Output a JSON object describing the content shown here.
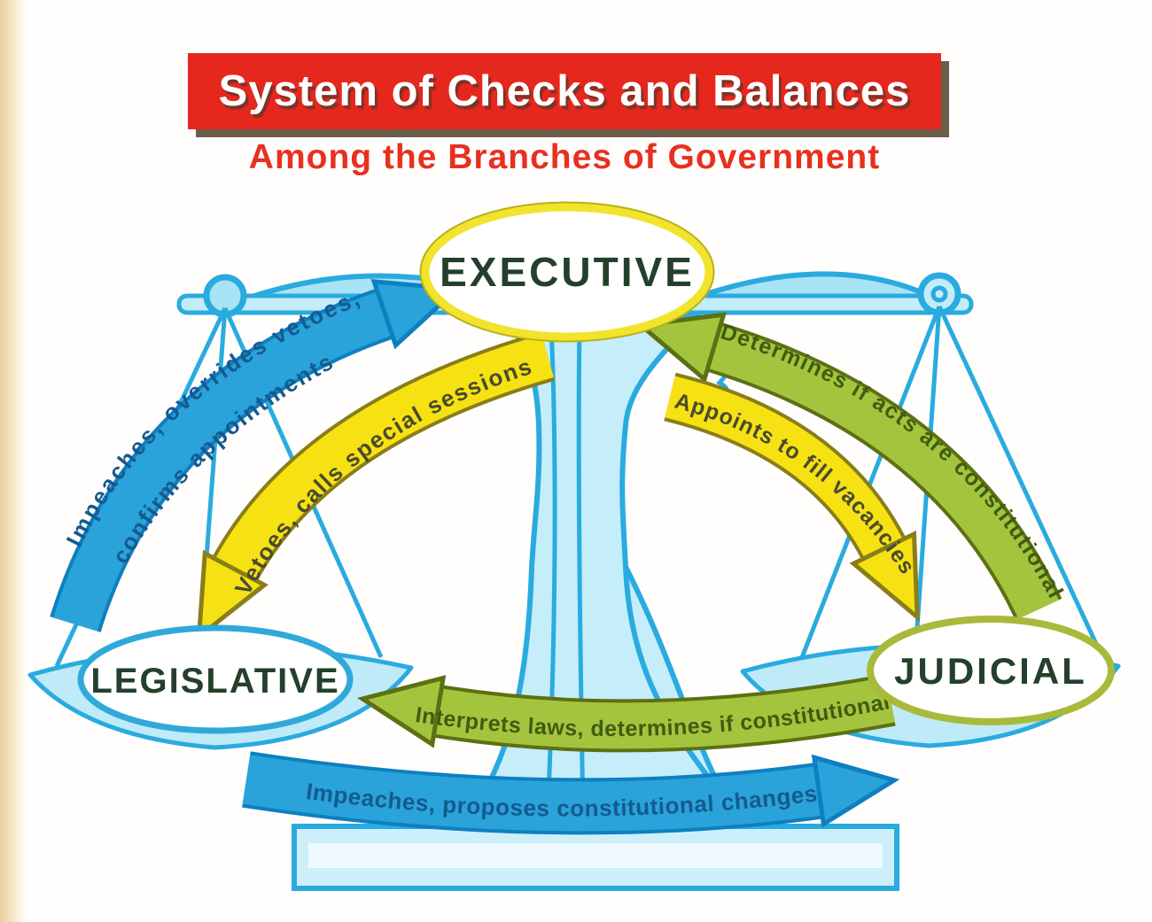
{
  "page": {
    "title": "System of Checks and Balances",
    "subtitle": "Among the Branches of Government"
  },
  "branches": {
    "executive": "EXECUTIVE",
    "legislative": "LEGISLATIVE",
    "judicial": "JUDICIAL"
  },
  "checks": [
    {
      "from": "Legislative",
      "to": "Executive",
      "arrow_color": "#29a3d9",
      "label_line1": "Impeaches, overrides vetoes,",
      "label_line2": "confirms appointments"
    },
    {
      "from": "Executive",
      "to": "Legislative",
      "arrow_color": "#f6e212",
      "label": "Vetoes, calls special sessions"
    },
    {
      "from": "Judicial",
      "to": "Executive",
      "arrow_color": "#a5c43e",
      "label": "Determines if acts are constitutional"
    },
    {
      "from": "Executive",
      "to": "Judicial",
      "arrow_color": "#f6e212",
      "label": "Appoints to fill vacancies"
    },
    {
      "from": "Judicial",
      "to": "Legislative",
      "arrow_color": "#a5c43e",
      "label": "Interprets laws, determines if constitutional"
    },
    {
      "from": "Legislative",
      "to": "Judicial",
      "arrow_color": "#29a3d9",
      "label": "Impeaches, proposes constitutional changes"
    }
  ],
  "colors": {
    "banner_red": "#e6271d",
    "subtitle_red": "#e8301f",
    "scale_outline_blue": "#2aabdf",
    "scale_fill_blue": "#bfeaf8",
    "arrow_blue": "#29a3d9",
    "arrow_yellow": "#f6e212",
    "arrow_green": "#a5c43e",
    "executive_ring": "#efe12b",
    "legislative_ring": "#2fa9da",
    "judicial_ring": "#a9b93a",
    "branch_text": "#24402c"
  }
}
